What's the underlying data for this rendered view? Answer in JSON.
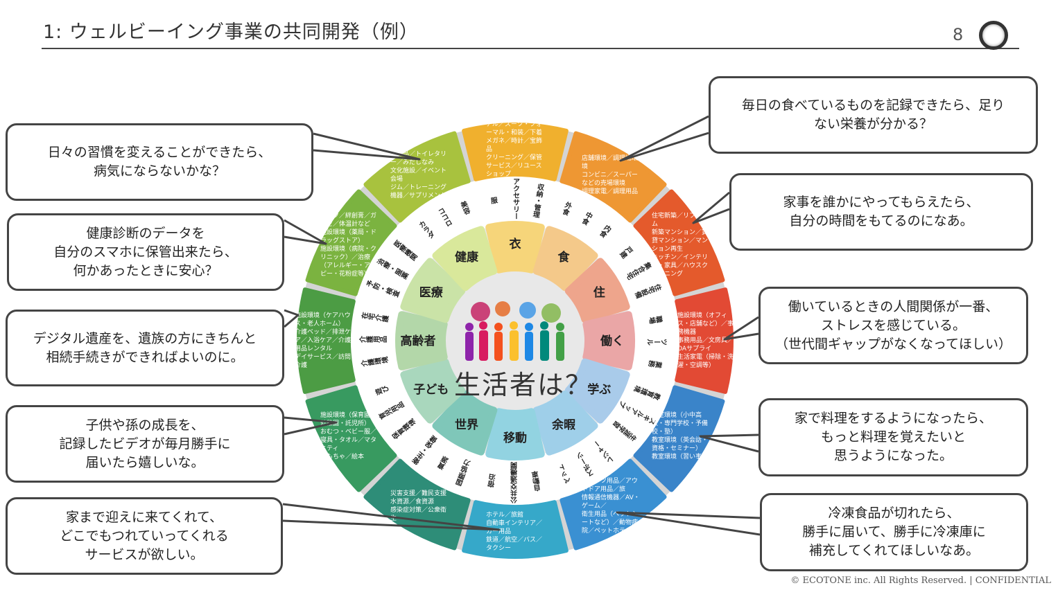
{
  "header": {
    "title": "1:  ウェルビーイング事業の共同開発（例）",
    "page_number": "8"
  },
  "footer": {
    "copyright": "© ECOTONE inc. All Rights Reserved.  |  CONFIDENTIAL"
  },
  "center": {
    "label": "生活者は？"
  },
  "segments": [
    {
      "name": "衣",
      "outer": "#f0b02e",
      "petal": "#f6d57a",
      "sub": [
        "服",
        "アクセサリー",
        "収納・管理"
      ],
      "items": [
        "アル／スーツ・フォーマル・和装／下着",
        "メガネ／時計／宝飾品",
        "クリーニング／保管サービス／リユースショップ"
      ]
    },
    {
      "name": "食",
      "outer": "#ee9733",
      "petal": "#f4c98a",
      "sub": [
        "外食",
        "中食",
        "内食"
      ],
      "items": [
        "店舗環境／調理場環境",
        "コンビニ／スーパーなどの売場環境",
        "調理家電／調理用品"
      ]
    },
    {
      "name": "住",
      "outer": "#e45a2c",
      "petal": "#eea58c",
      "sub": [
        "戸建",
        "集合住宅",
        "住宅設備"
      ],
      "items": [
        "住宅新築／リフォーム",
        "新築マンション／賃貸マンション／マンション再生",
        "キッチン／インテリア・家具／ハウスクリーニング"
      ]
    },
    {
      "name": "働く",
      "outer": "#e24a34",
      "petal": "#eaa6a6",
      "sub": [
        "職場",
        "ツール",
        "業務"
      ],
      "items": [
        "施設環境（オフィス・店舗など）／事務機器",
        "事務用品／文房具／OAサプライ",
        "生活家電（掃除・洗濯・空調等）"
      ]
    },
    {
      "name": "学ぶ",
      "outer": "#3a84c9",
      "petal": "#a9cbea",
      "sub": [
        "教育環境",
        "スキルアップ",
        "生涯学習"
      ],
      "items": [
        "教室環境（小中高大・専門学校・予備校・塾）",
        "教室環境（英会話・資格・セミナー）",
        "教室環境（習い事）"
      ]
    },
    {
      "name": "余暇",
      "outer": "#3a90d2",
      "petal": "#9fcfe9",
      "sub": [
        "レジャー",
        "スポーツ",
        "ペット"
      ],
      "items": [
        "スポーツ用品／アウトドア用品／旅",
        "情報通信機器／AV・ゲーム／",
        "衛生用品（ペットシートなど）／動物病院／ペットホテル"
      ]
    },
    {
      "name": "移動",
      "outer": "#36a8c9",
      "petal": "#92d3e1",
      "sub": [
        "自動車",
        "公共交通機関",
        "宿泊"
      ],
      "items": [
        "ホテル／旅館",
        "自動車インテリア／カー用品",
        "鉄道／航空／バス／タクシー"
      ]
    },
    {
      "name": "世界",
      "outer": "#2e8d78",
      "petal": "#7fc7b9",
      "sub": [
        "国際協力",
        "資源",
        "衛生・保健"
      ],
      "items": [
        "災害支援／難民支援",
        "水資源／食資源",
        "感染症対策／公衆衛生"
      ]
    },
    {
      "name": "子ども",
      "outer": "#389a60",
      "petal": "#a9d7bd",
      "sub": [
        "保育環境",
        "育児用品",
        "遊び"
      ],
      "items": [
        "施設環境（保育園・幼稚園・託児所）",
        "おむつ・ベビー服／寝具・タオル／マタニティ",
        "おもちゃ／絵本"
      ]
    },
    {
      "name": "高齢者",
      "outer": "#4c9c44",
      "petal": "#b3d7a9",
      "sub": [
        "介護環境",
        "介護用品",
        "在宅介護"
      ],
      "items": [
        "施設環境（ケアハウス・老人ホーム）",
        "介護ベッド／排泄ケア／入浴ケア／介護用品レンタル",
        "デイサービス／訪問介護"
      ]
    },
    {
      "name": "医療",
      "outer": "#7bb340",
      "petal": "#cae3a7",
      "sub": [
        "予防・検査",
        "治療・服薬",
        "医療機関"
      ],
      "items": [
        "マスク／絆創膏／ガーゼ／体温計など",
        "施設環境（薬局・ドラッグストア）",
        "施設環境（病院・クリニック）／治療（アレルギー・アトピー・花粉症等）"
      ]
    },
    {
      "name": "健康",
      "outer": "#a8c23e",
      "petal": "#d9e89b",
      "sub": [
        "カラダ",
        "ココロ",
        "美容"
      ],
      "items": [
        "化粧品／トイレタリー／みだしなみ",
        "文化施設／イベント会場",
        "ジム／トレーニング機器／サプリメント"
      ]
    }
  ],
  "callouts_left": [
    {
      "lines": [
        "日々の習慣を変えることができたら、",
        "病気にならないかな？"
      ]
    },
    {
      "lines": [
        "健康診断のデータを",
        "自分のスマホに保管出来たら、",
        "何かあったときに安心？"
      ]
    },
    {
      "lines": [
        "デジタル遺産を、遺族の方にきちんと",
        "相続手続きができればよいのに。"
      ]
    },
    {
      "lines": [
        "子供や孫の成長を、",
        "記録したビデオが毎月勝手に",
        "届いたら嬉しいな。"
      ]
    },
    {
      "lines": [
        "家まで迎えに来てくれて、",
        "どこでもつれていってくれる",
        "サービスが欲しい。"
      ]
    }
  ],
  "callouts_right": [
    {
      "lines": [
        "毎日の食べているものを記録できたら、足り",
        "ない栄養が分かる？"
      ]
    },
    {
      "lines": [
        "家事を誰かにやってもらえたら、",
        "自分の時間をもてるのになあ。"
      ]
    },
    {
      "lines": [
        "働いているときの人間関係が一番、",
        "ストレスを感じている。",
        "（世代間ギャップがなくなってほしい）"
      ]
    },
    {
      "lines": [
        "家で料理をするようになったら、",
        "もっと料理を覚えたいと",
        "思うようになった。"
      ]
    },
    {
      "lines": [
        "冷凍食品が切れたら、",
        "勝手に届いて、勝手に冷凍庫に",
        "補充してくれてほしいなあ。"
      ]
    }
  ]
}
